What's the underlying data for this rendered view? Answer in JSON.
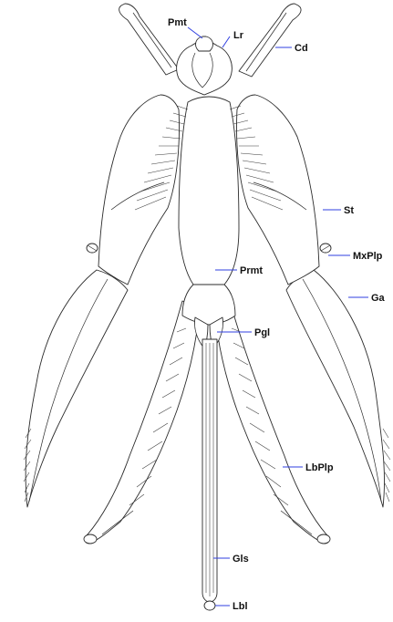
{
  "labels": {
    "pmt": "Pmt",
    "lr": "Lr",
    "cd": "Cd",
    "st": "St",
    "mxplp": "MxPlp",
    "prmt": "Prmt",
    "ga": "Ga",
    "pgl": "Pgl",
    "lbplp": "LbPlp",
    "gls": "Gls",
    "lbl": "Lbl"
  },
  "colors": {
    "leader_line": "#2f3fe0",
    "outline": "#2b2b2b",
    "label_text": "#111111"
  }
}
